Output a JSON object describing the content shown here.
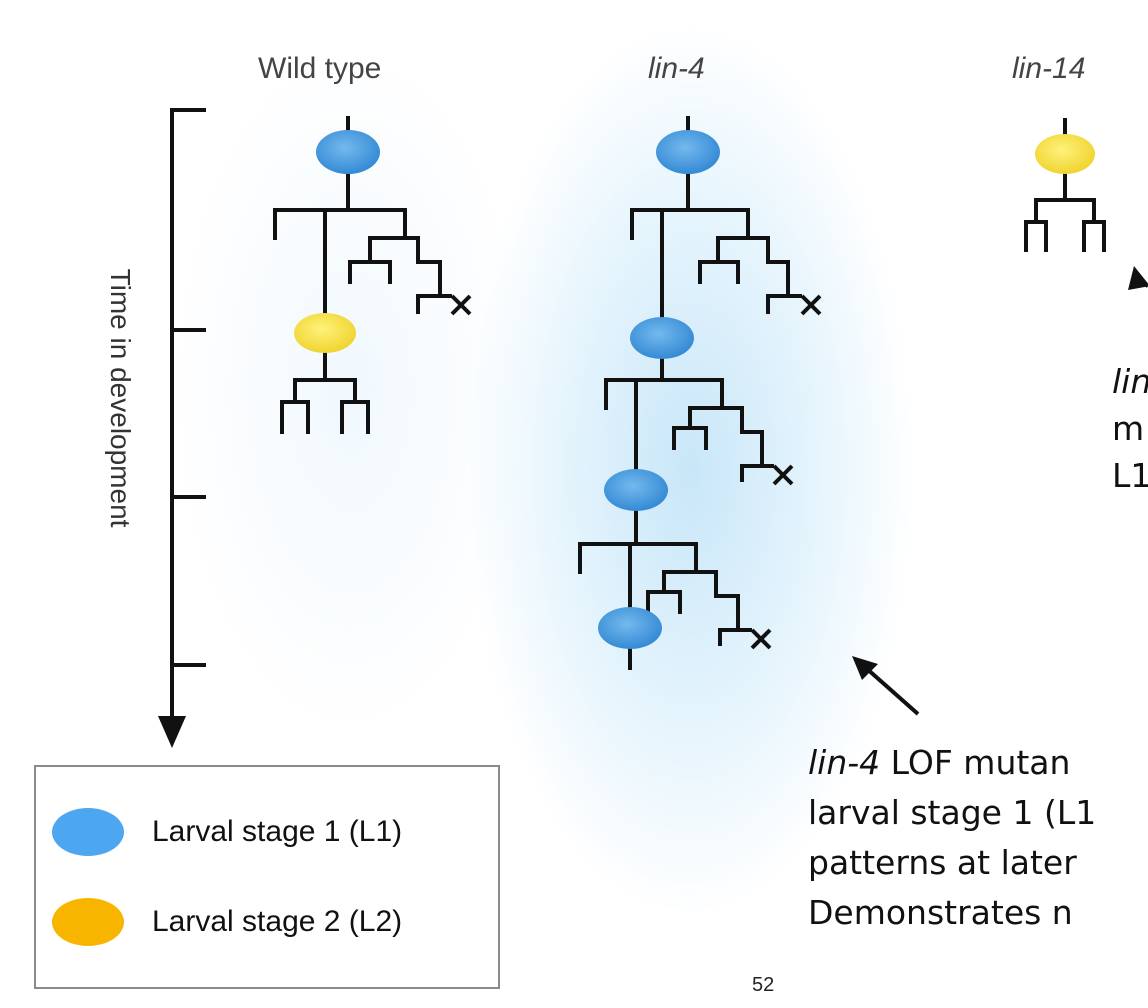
{
  "columns": {
    "wild_type": "Wild type",
    "lin4": "lin-4",
    "lin14": "lin-14"
  },
  "axis_label": "Time in development",
  "notes": {
    "lin14_partial": {
      "line1": "lin",
      "line2": "m",
      "line3": "L1"
    },
    "lin4_lof": {
      "line1_ital": "lin-4",
      "line1_rest": " LOF mutan",
      "line2": "larval stage 1 (L1",
      "line3": "patterns at later",
      "line4": "Demonstrates n"
    }
  },
  "legend": {
    "items": [
      {
        "label": "Larval stage 1 (L1)",
        "color": "#4da6f0"
      },
      {
        "label": "Larval stage 2 (L2)",
        "color": "#f7b500"
      }
    ]
  },
  "page_number": "52",
  "colors": {
    "l1_cell": "#3f97dc",
    "l2_cell": "#f2dc3a",
    "line": "#111111"
  }
}
